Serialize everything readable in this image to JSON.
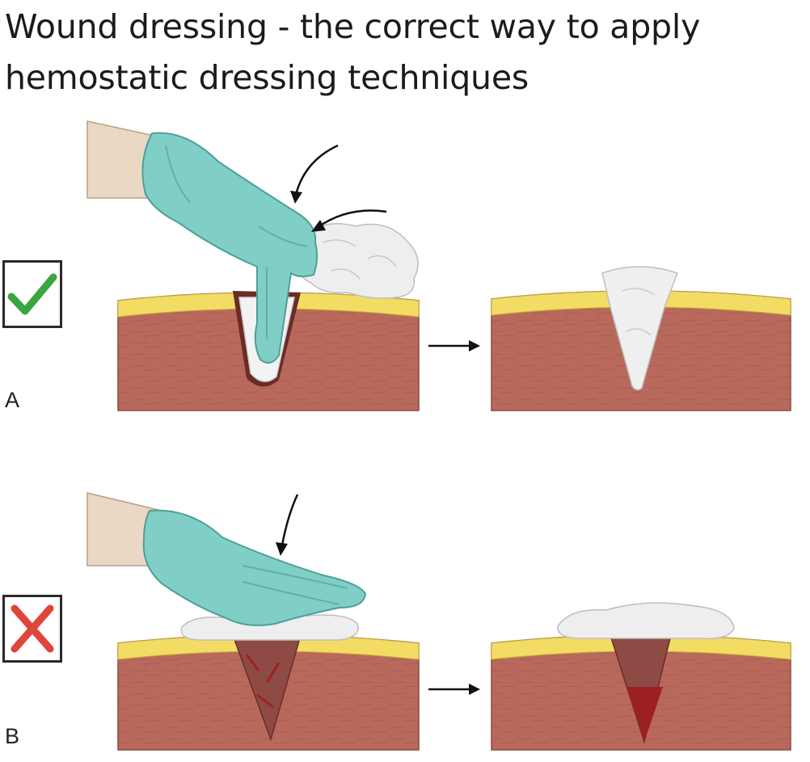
{
  "title": {
    "line1": "Wound dressing - the correct way to apply",
    "line2": "hemostatic dressing techniques"
  },
  "panels": [
    {
      "letter": "A",
      "verdict_icon": "check-icon",
      "verdict_color": "#3aa640"
    },
    {
      "letter": "B",
      "verdict_icon": "cross-icon",
      "verdict_color": "#e0453a"
    }
  ],
  "colors": {
    "skin_muscle": "#b8695c",
    "fat_layer": "#f2dc63",
    "glove": "#7fcfc7",
    "arm": "#ead8c4",
    "gauze": "#eeeeee",
    "blood": "#9c2020"
  }
}
